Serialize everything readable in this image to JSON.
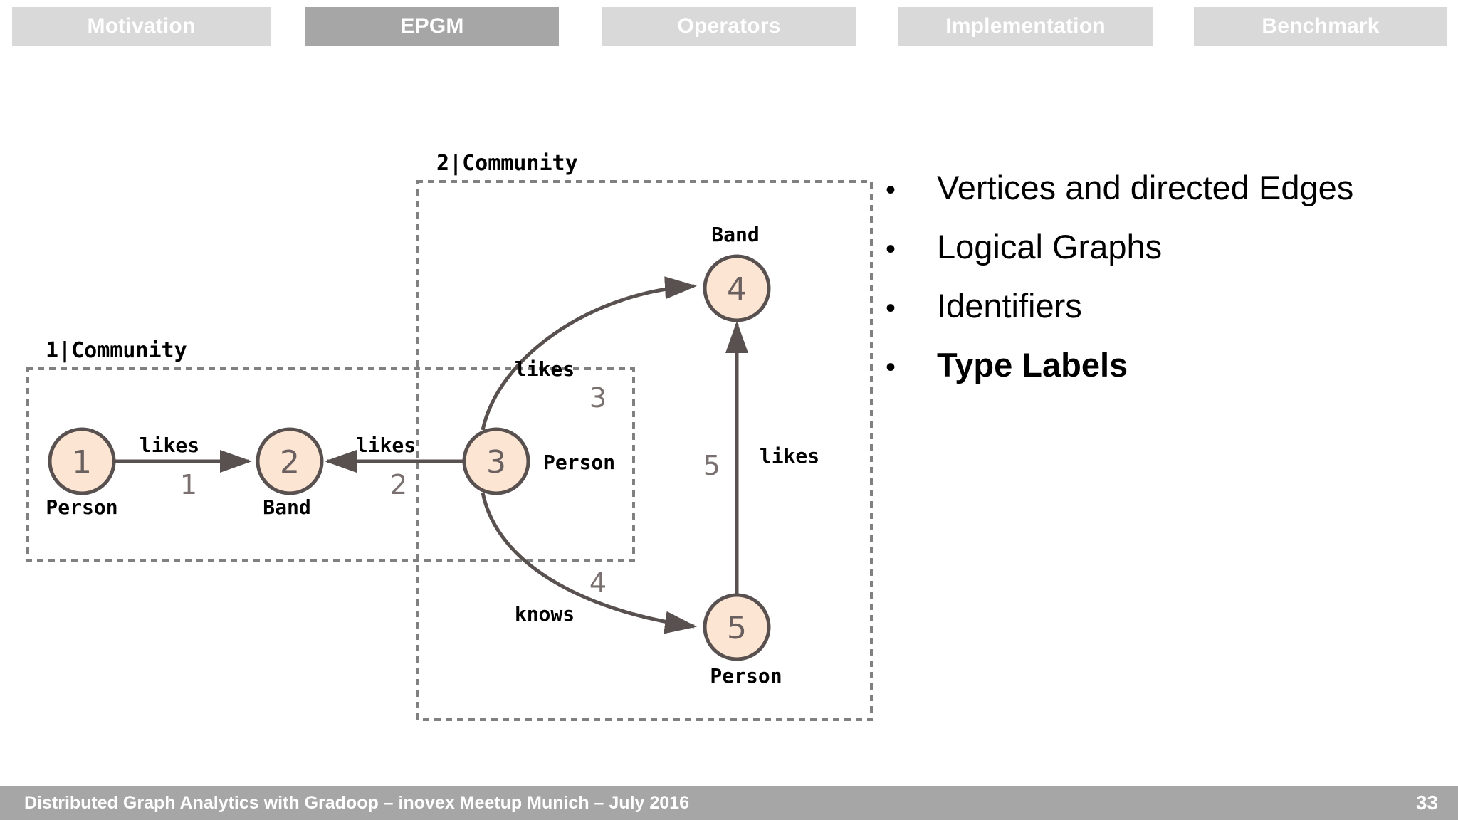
{
  "nav": {
    "items": [
      {
        "label": "Motivation",
        "active": false
      },
      {
        "label": "EPGM",
        "active": true
      },
      {
        "label": "Operators",
        "active": false
      },
      {
        "label": "Implementation",
        "active": false
      },
      {
        "label": "Benchmark",
        "active": false
      }
    ],
    "colors": {
      "inactive_bg": "#d9d9d9",
      "active_bg": "#a6a6a6",
      "label": "#ffffff"
    }
  },
  "diagram": {
    "title_graph_1": "1|Community",
    "title_graph_2": "2|Community",
    "colors": {
      "vertex_fill": "#fce5d2",
      "vertex_stroke": "#595050",
      "edge_stroke": "#595050",
      "graph_border": "#808080",
      "id_text": "#595050",
      "label_text": "#000000"
    },
    "vertices": [
      {
        "id": "1",
        "type": "Person",
        "label_pos": "below"
      },
      {
        "id": "2",
        "type": "Band",
        "label_pos": "below"
      },
      {
        "id": "3",
        "type": "Person",
        "label_pos": "right"
      },
      {
        "id": "4",
        "type": "Band",
        "label_pos": "above"
      },
      {
        "id": "5",
        "type": "Person",
        "label_pos": "below"
      }
    ],
    "edges": [
      {
        "id": "1",
        "label": "likes",
        "source": "1",
        "target": "2"
      },
      {
        "id": "2",
        "label": "likes",
        "source": "3",
        "target": "2"
      },
      {
        "id": "3",
        "label": "likes",
        "source": "3",
        "target": "4"
      },
      {
        "id": "4",
        "label": "knows",
        "source": "3",
        "target": "5"
      },
      {
        "id": "5",
        "label": "likes",
        "source": "5",
        "target": "4"
      }
    ]
  },
  "bullets": [
    {
      "text": "Vertices and directed Edges",
      "bold": false,
      "marker": "•"
    },
    {
      "text": "Logical Graphs",
      "bold": false,
      "marker": "•"
    },
    {
      "text": "Identifiers",
      "bold": false,
      "marker": "•"
    },
    {
      "text": "Type Labels",
      "bold": true,
      "marker": "•"
    }
  ],
  "footer": {
    "text": "Distributed Graph Analytics with Gradoop – inovex Meetup Munich – July 2016",
    "page": "33",
    "bg": "#a6a6a6"
  }
}
